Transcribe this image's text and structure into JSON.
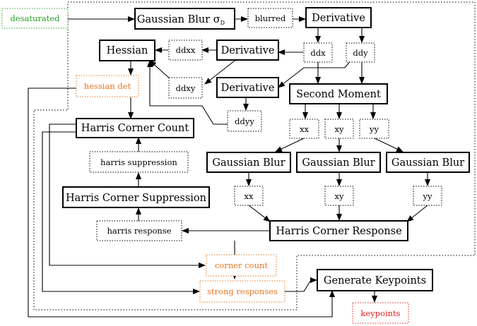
{
  "nodes": {
    "desaturated": "desaturated",
    "gaussian_blur_sigma": "Gaussian Blur σ",
    "gaussian_blur_sigma_sub": "D",
    "blurred": "blurred",
    "derivative_1": "Derivative",
    "hessian": "Hessian",
    "ddxx": "ddxx",
    "derivative_2": "Derivative",
    "ddx": "ddx",
    "ddy": "ddy",
    "ddxy": "ddxy",
    "derivative_3": "Derivative",
    "hessian_det": "hessian det",
    "second_moment": "Second Moment",
    "ddyy": "ddyy",
    "harris_corner_count": "Harris Corner Count",
    "xx_1": "xx",
    "xy_1": "xy",
    "yy_1": "yy",
    "harris_suppression": "harris suppression",
    "gaussian_blur_1": "Gaussian Blur",
    "gaussian_blur_2": "Gaussian Blur",
    "gaussian_blur_3": "Gaussian Blur",
    "harris_corner_suppression": "Harris Corner Suppression",
    "xx_2": "xx",
    "xy_2": "xy",
    "yy_2": "yy",
    "harris_response": "harris response",
    "harris_corner_response": "Harris Corner Response",
    "corner_count": "corner count",
    "generate_keypoints": "Generate Keypoints",
    "strong_responses": "strong responses",
    "keypoints": "keypoints"
  },
  "colors": {
    "default": "#000000",
    "input": "#22a022",
    "output_orange": "#e8741c",
    "output_red": "#e02020"
  }
}
